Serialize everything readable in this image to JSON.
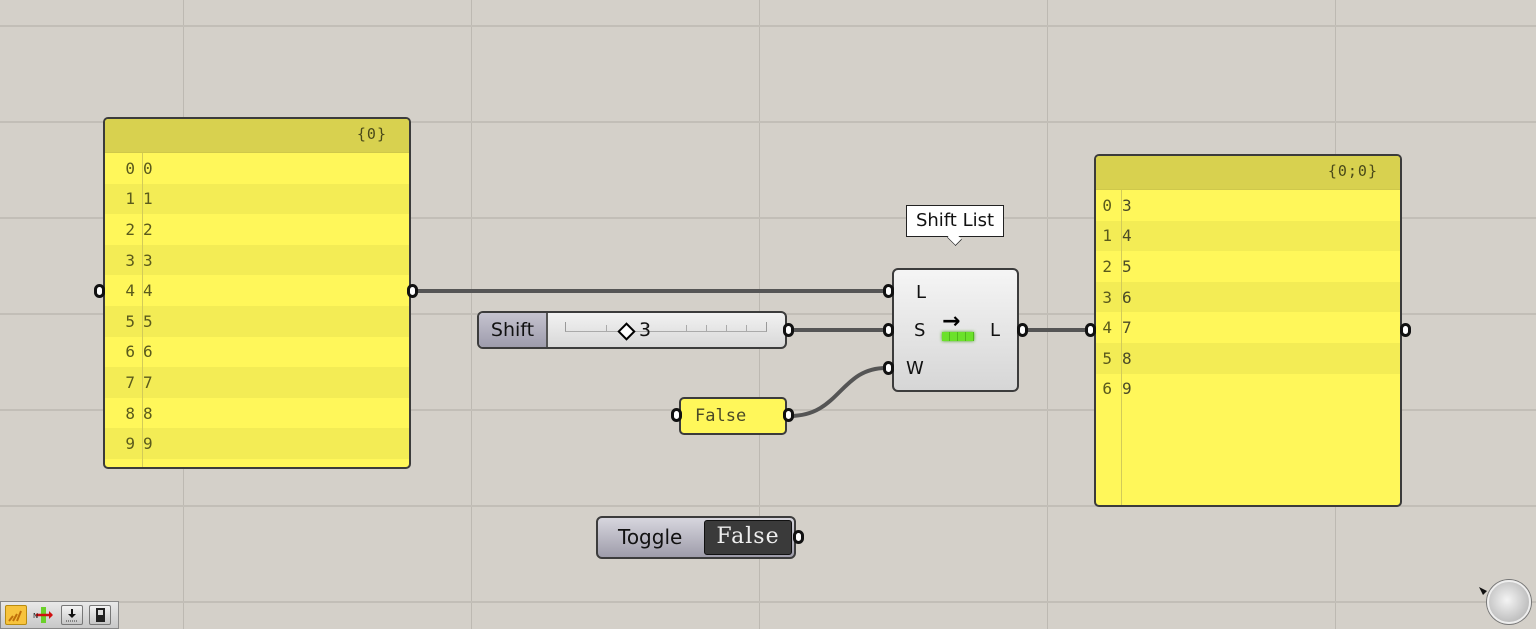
{
  "canvas": {
    "background": "#d4d0c9",
    "grid_x": [
      183,
      471,
      759,
      1047,
      1335
    ],
    "grid_y": [
      26,
      122,
      218,
      314,
      410,
      506,
      602
    ]
  },
  "input_panel": {
    "path": "{0}",
    "rows": [
      {
        "index": "0",
        "value": "0"
      },
      {
        "index": "1",
        "value": "1"
      },
      {
        "index": "2",
        "value": "2"
      },
      {
        "index": "3",
        "value": "3"
      },
      {
        "index": "4",
        "value": "4"
      },
      {
        "index": "5",
        "value": "5"
      },
      {
        "index": "6",
        "value": "6"
      },
      {
        "index": "7",
        "value": "7"
      },
      {
        "index": "8",
        "value": "8"
      },
      {
        "index": "9",
        "value": "9"
      }
    ]
  },
  "shift_slider": {
    "name": "Shift",
    "value": "3"
  },
  "wrap_panel": {
    "value": "False"
  },
  "component": {
    "tooltip": "Shift List",
    "inputs": [
      "L",
      "S",
      "W"
    ],
    "outputs": [
      "L"
    ],
    "icon": "shift-list-icon"
  },
  "output_panel": {
    "path": "{0;0}",
    "rows": [
      {
        "index": "0",
        "value": "3"
      },
      {
        "index": "1",
        "value": "4"
      },
      {
        "index": "2",
        "value": "5"
      },
      {
        "index": "3",
        "value": "6"
      },
      {
        "index": "4",
        "value": "7"
      },
      {
        "index": "5",
        "value": "8"
      },
      {
        "index": "6",
        "value": "9"
      }
    ]
  },
  "toggle": {
    "name": "Toggle",
    "value": "False"
  },
  "toolbar": {
    "items": [
      "preview-icon",
      "navigation-icon",
      "download-icon",
      "window-icon"
    ]
  },
  "colors": {
    "panel_yellow": "#fff75a",
    "panel_header": "#d8d14f",
    "wire": "#555555",
    "accent_green": "#6be12a"
  }
}
